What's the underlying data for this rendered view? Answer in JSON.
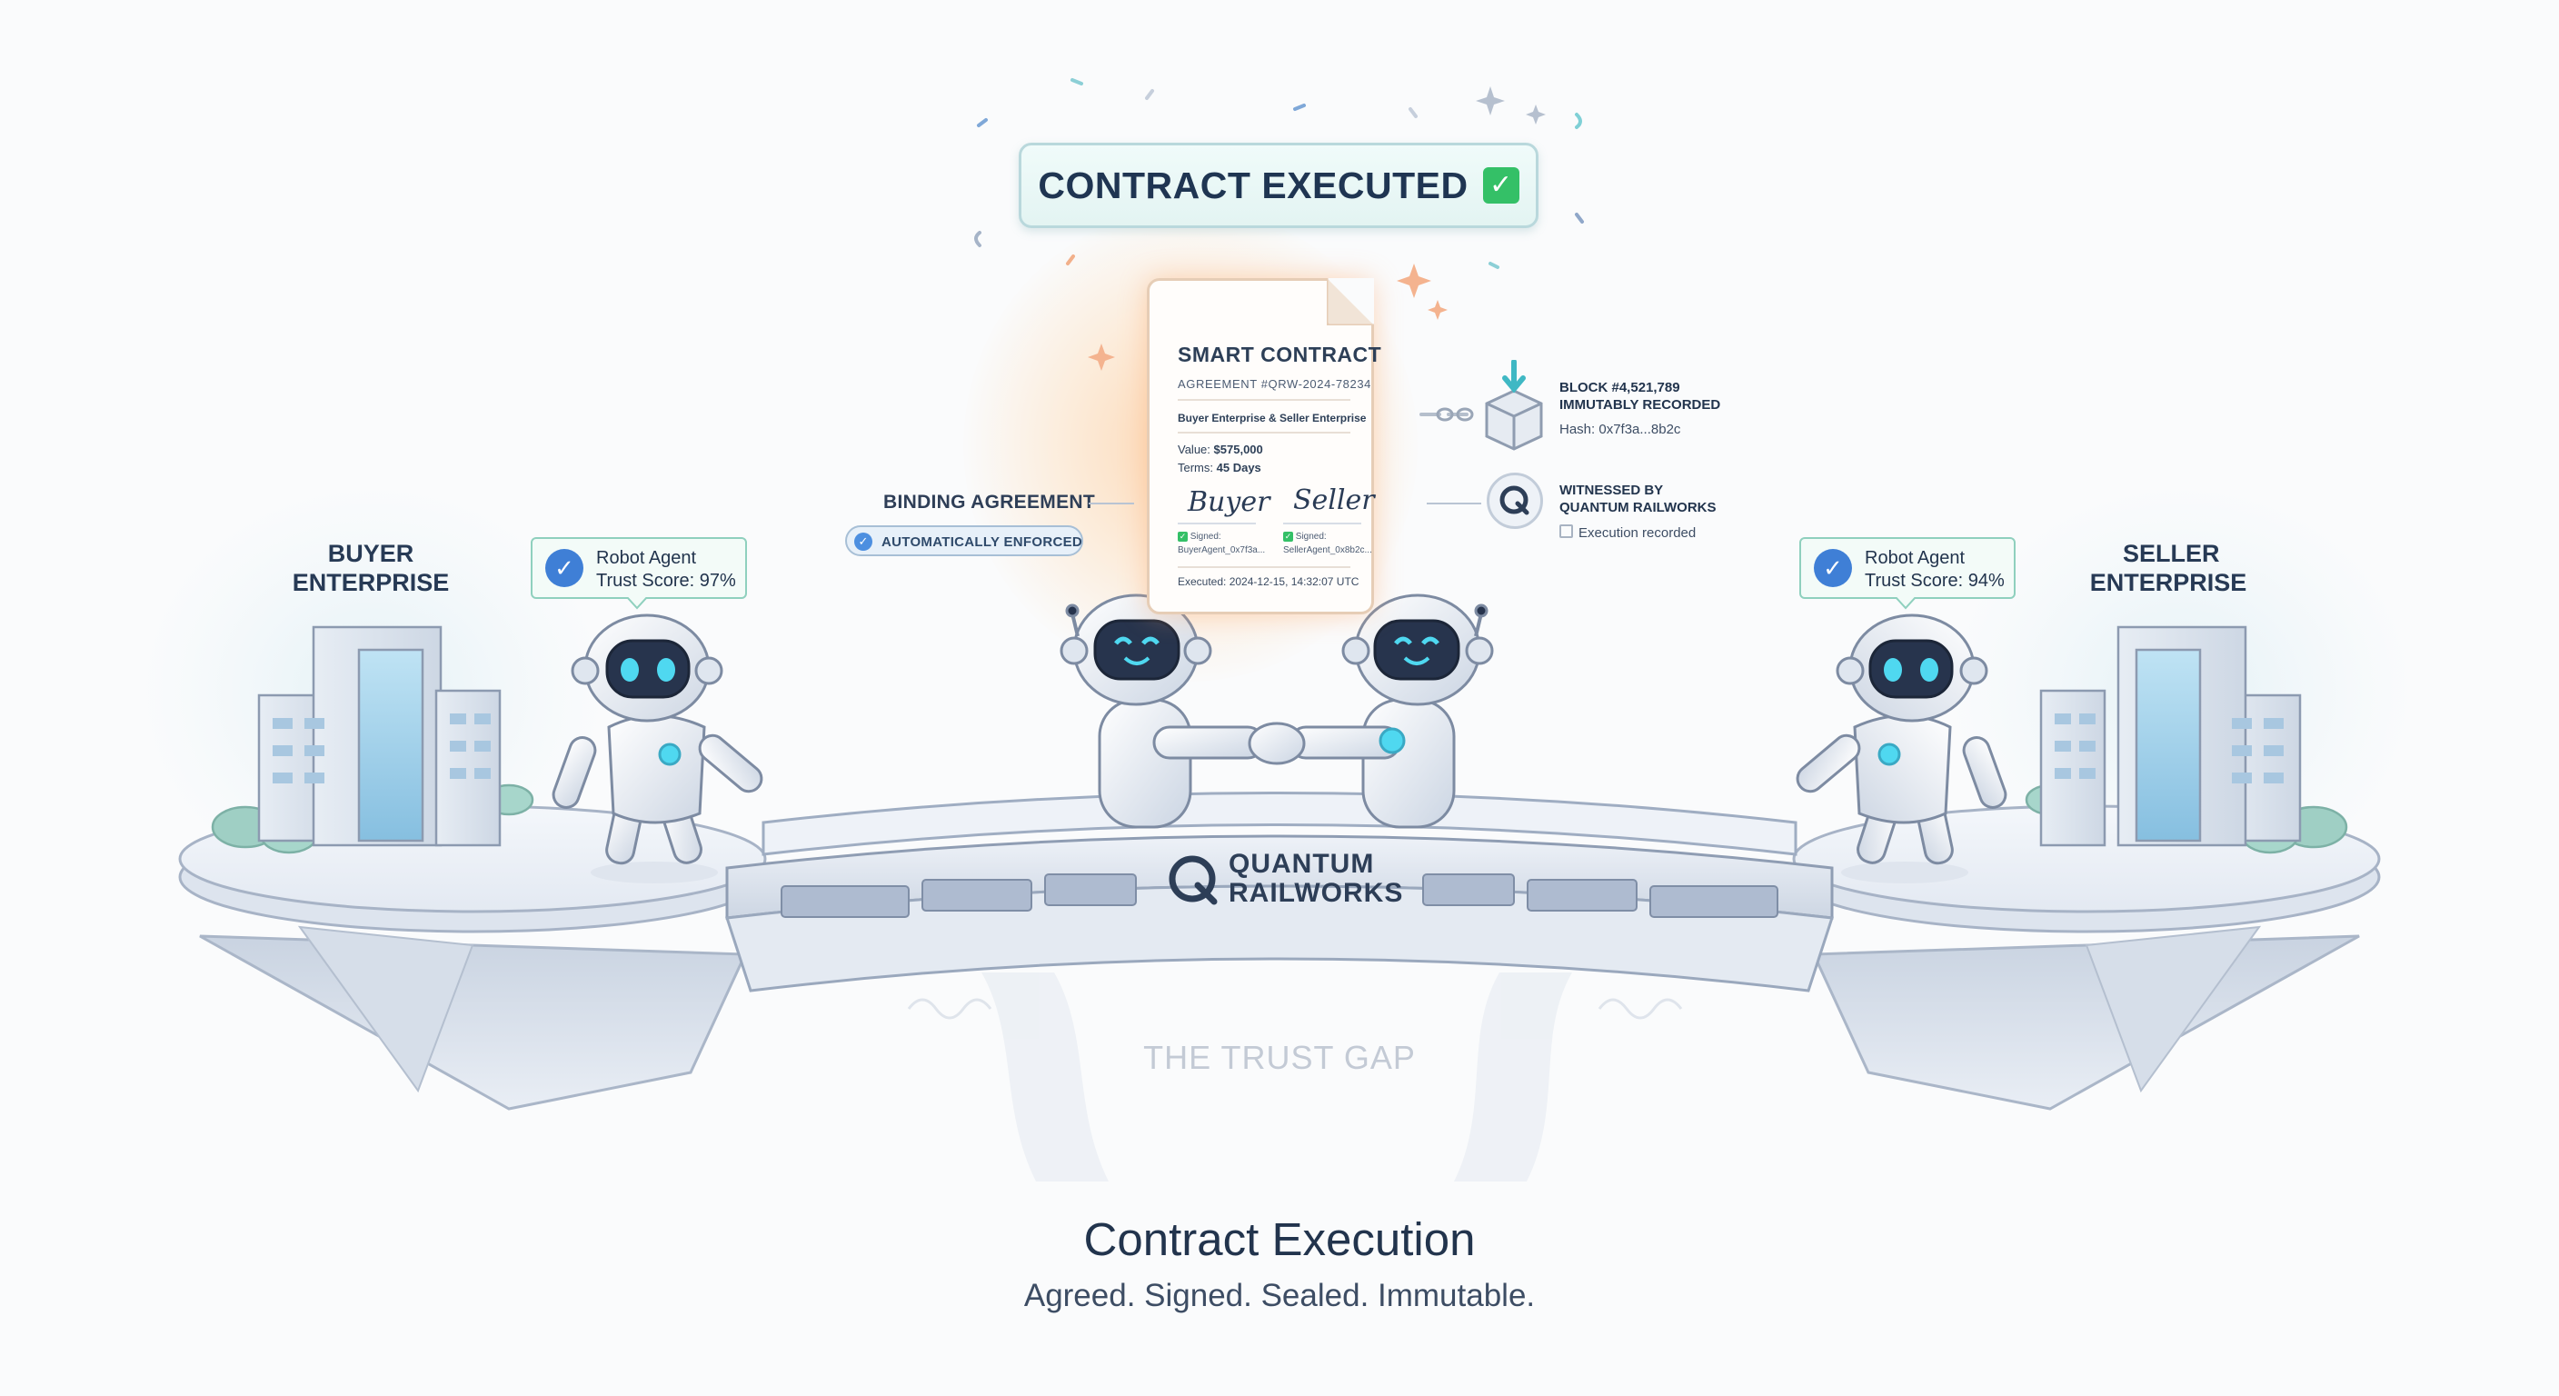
{
  "banner": {
    "title": "CONTRACT EXECUTED"
  },
  "contract": {
    "title": "SMART CONTRACT",
    "agreement_id": "AGREEMENT #QRW-2024-78234",
    "parties": "Buyer Enterprise & Seller Enterprise",
    "value_label": "Value:",
    "value": "$575,000",
    "terms_label": "Terms:",
    "terms": "45 Days",
    "buyer_signature": "Buyer",
    "seller_signature": "Seller",
    "buyer_signed_label": "Signed:",
    "buyer_signed_by": "BuyerAgent_0x7f3a...",
    "seller_signed_label": "Signed:",
    "seller_signed_by": "SellerAgent_0x8b2c...",
    "executed": "Executed: 2024-12-15, 14:32:07 UTC"
  },
  "binding": {
    "title": "BINDING AGREEMENT",
    "pill": "AUTOMATICALLY ENFORCED"
  },
  "block": {
    "line1": "BLOCK #4,521,789",
    "line2": "IMMUTABLY RECORDED",
    "hash": "Hash: 0x7f3a...8b2c"
  },
  "witness": {
    "line1": "WITNESSED BY",
    "line2": "QUANTUM RAILWORKS",
    "recorded": "Execution recorded"
  },
  "buyer": {
    "line1": "BUYER",
    "line2": "ENTERPRISE",
    "agent_label": "Robot Agent",
    "trust_score": "Trust Score: 97%"
  },
  "seller": {
    "line1": "SELLER",
    "line2": "ENTERPRISE",
    "agent_label": "Robot Agent",
    "trust_score": "Trust Score: 94%"
  },
  "bridge": {
    "brand_line1": "QUANTUM",
    "brand_line2": "RAILWORKS"
  },
  "gap_label": "THE TRUST GAP",
  "footer": {
    "title": "Contract Execution",
    "subtitle": "Agreed. Signed. Sealed. Immutable."
  },
  "colors": {
    "accent_teal": "#3fb8c4",
    "check_green": "#34c067",
    "badge_blue": "#3f7fd6",
    "navy_text": "#1f3552",
    "robot_visor": "#27344d",
    "robot_eye": "#4fd8f0"
  }
}
